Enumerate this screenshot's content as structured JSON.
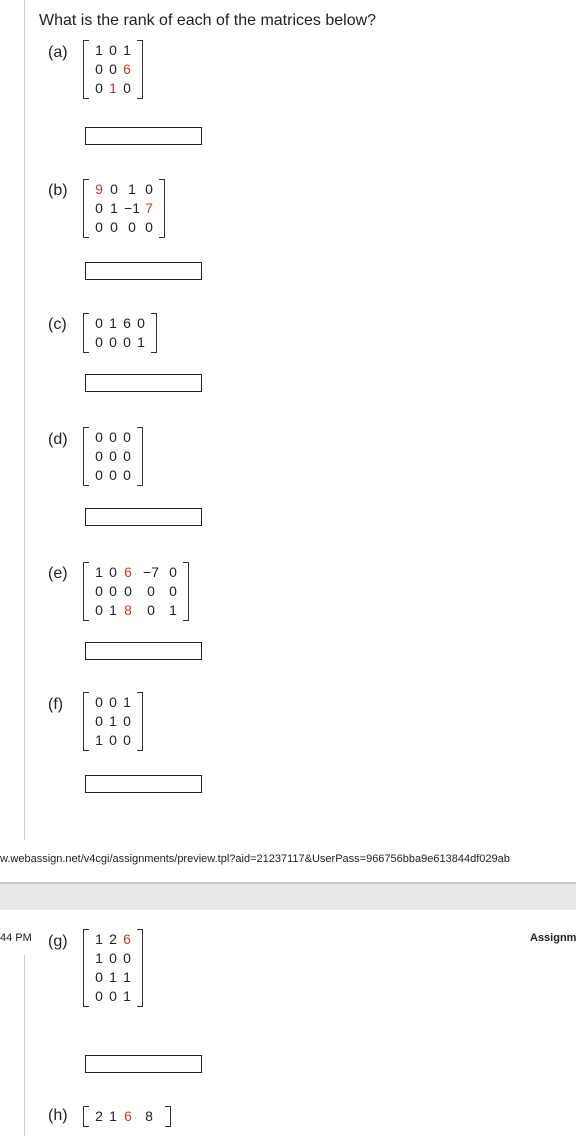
{
  "question": "What is the rank of each of the matrices below?",
  "items": [
    {
      "label": "(a)",
      "widths": [
        14,
        14,
        14
      ],
      "rows": [
        [
          "1",
          "0",
          "1"
        ],
        [
          "0",
          "0",
          "6"
        ],
        [
          "0",
          "1",
          "0"
        ]
      ],
      "red": [
        [
          1,
          2
        ],
        [
          2,
          1
        ]
      ],
      "answer": ""
    },
    {
      "label": "(b)",
      "widths": [
        14,
        16,
        20,
        14
      ],
      "rows": [
        [
          "9",
          "0",
          "1",
          "0"
        ],
        [
          "0",
          "1",
          "−1",
          "7"
        ],
        [
          "0",
          "0",
          "0",
          "0"
        ]
      ],
      "red": [
        [
          0,
          0
        ],
        [
          1,
          3
        ]
      ],
      "answer": ""
    },
    {
      "label": "(c)",
      "widths": [
        14,
        14,
        14,
        14
      ],
      "rows": [
        [
          "0",
          "1",
          "6",
          "0"
        ],
        [
          "0",
          "0",
          "0",
          "1"
        ]
      ],
      "red": [],
      "answer": ""
    },
    {
      "label": "(d)",
      "widths": [
        14,
        14,
        14
      ],
      "rows": [
        [
          "0",
          "0",
          "0"
        ],
        [
          "0",
          "0",
          "0"
        ],
        [
          "0",
          "0",
          "0"
        ]
      ],
      "red": [],
      "answer": ""
    },
    {
      "label": "(e)",
      "widths": [
        14,
        14,
        16,
        30,
        14
      ],
      "rows": [
        [
          "1",
          "0",
          "6",
          "−7",
          "0"
        ],
        [
          "0",
          "0",
          "0",
          "0",
          "0"
        ],
        [
          "0",
          "1",
          "8",
          "0",
          "1"
        ]
      ],
      "red": [
        [
          0,
          2
        ],
        [
          2,
          2
        ]
      ],
      "answer": ""
    },
    {
      "label": "(f)",
      "widths": [
        14,
        14,
        14
      ],
      "rows": [
        [
          "0",
          "0",
          "1"
        ],
        [
          "0",
          "1",
          "0"
        ],
        [
          "1",
          "0",
          "0"
        ]
      ],
      "red": [],
      "answer": ""
    },
    {
      "label": "(g)",
      "widths": [
        14,
        14,
        14
      ],
      "rows": [
        [
          "1",
          "2",
          "6"
        ],
        [
          "1",
          "0",
          "0"
        ],
        [
          "0",
          "1",
          "1"
        ],
        [
          "0",
          "0",
          "1"
        ]
      ],
      "red": [
        [
          0,
          2
        ]
      ],
      "answer": ""
    },
    {
      "label": "(h)",
      "widths": [
        14,
        14,
        16,
        26
      ],
      "rows": [
        [
          "2",
          "1",
          "6",
          "8"
        ]
      ],
      "red": [
        [
          0,
          2
        ]
      ],
      "answer": ""
    }
  ],
  "footer": {
    "url": "w.webassign.net/v4cgi/assignments/preview.tpl?aid=21237117&UserPass=966756bba9e613844df029ab",
    "time": "44 PM",
    "assign": "Assignm"
  }
}
